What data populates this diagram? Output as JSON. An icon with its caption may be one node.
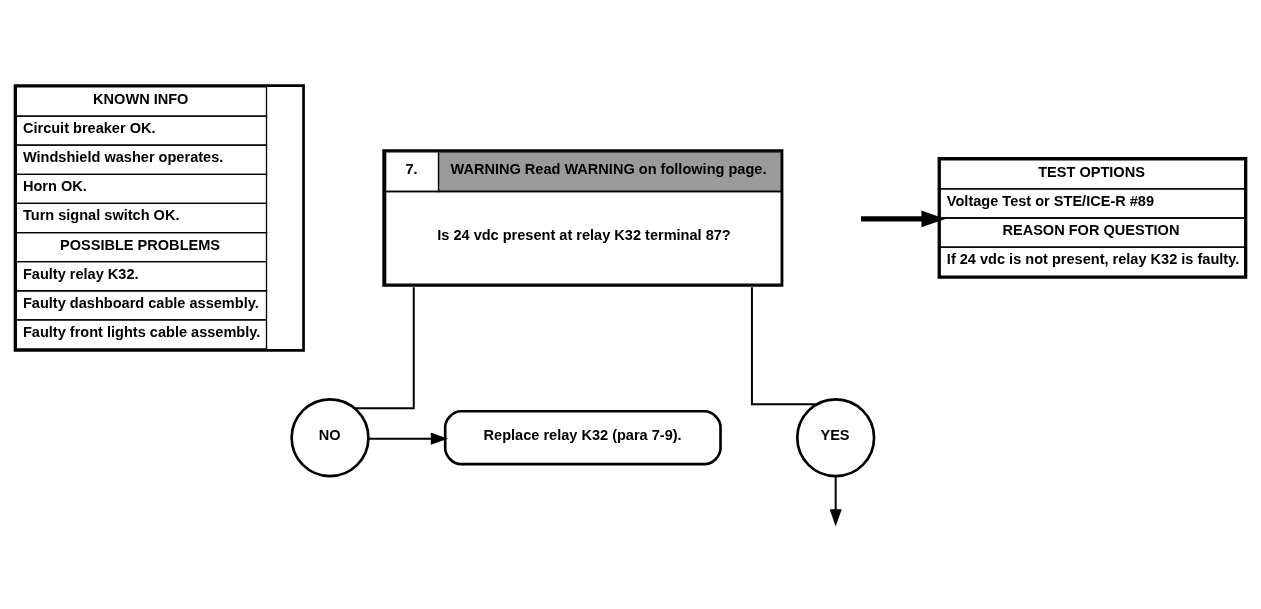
{
  "diagram": {
    "nodes": [
      {
        "text": [
          "KNOWN INFO",
          "Circuit breaker OK.",
          "Windshield washer operates.",
          "Horn OK.",
          "Turn signal switch OK.",
          "POSSIBLE PROBLEMS",
          "Faulty relay K32.",
          "Faulty dashboard cable assembly.",
          "Faulty front lights cable assembly."
        ]
      },
      {
        "text": [
          "7.",
          "WARNING Read WARNING on following page.",
          "Is 24 vdc present at relay K32 terminal 87?"
        ]
      },
      {
        "text": [
          "TEST OPTIONS",
          "Voltage Test or STE/ICE-R #89",
          "REASON FOR QUESTION",
          "If 24 vdc is not present, relay K32 is faulty."
        ]
      },
      {
        "text": [
          "NO"
        ]
      },
      {
        "text": [
          "YES"
        ]
      },
      {
        "text": [
          "Replace relay K32 (para 7-9)."
        ]
      }
    ],
    "edges": [
      {
        "from": 1,
        "to": 3,
        "arrow": "none"
      },
      {
        "from": 3,
        "to": 5,
        "arrow": "to"
      },
      {
        "from": 1,
        "to": 4,
        "arrow": "none"
      },
      {
        "from": 4,
        "to": null,
        "arrow": "to"
      },
      {
        "from": null,
        "to": 2,
        "arrow": "to",
        "style": "thick"
      }
    ]
  }
}
